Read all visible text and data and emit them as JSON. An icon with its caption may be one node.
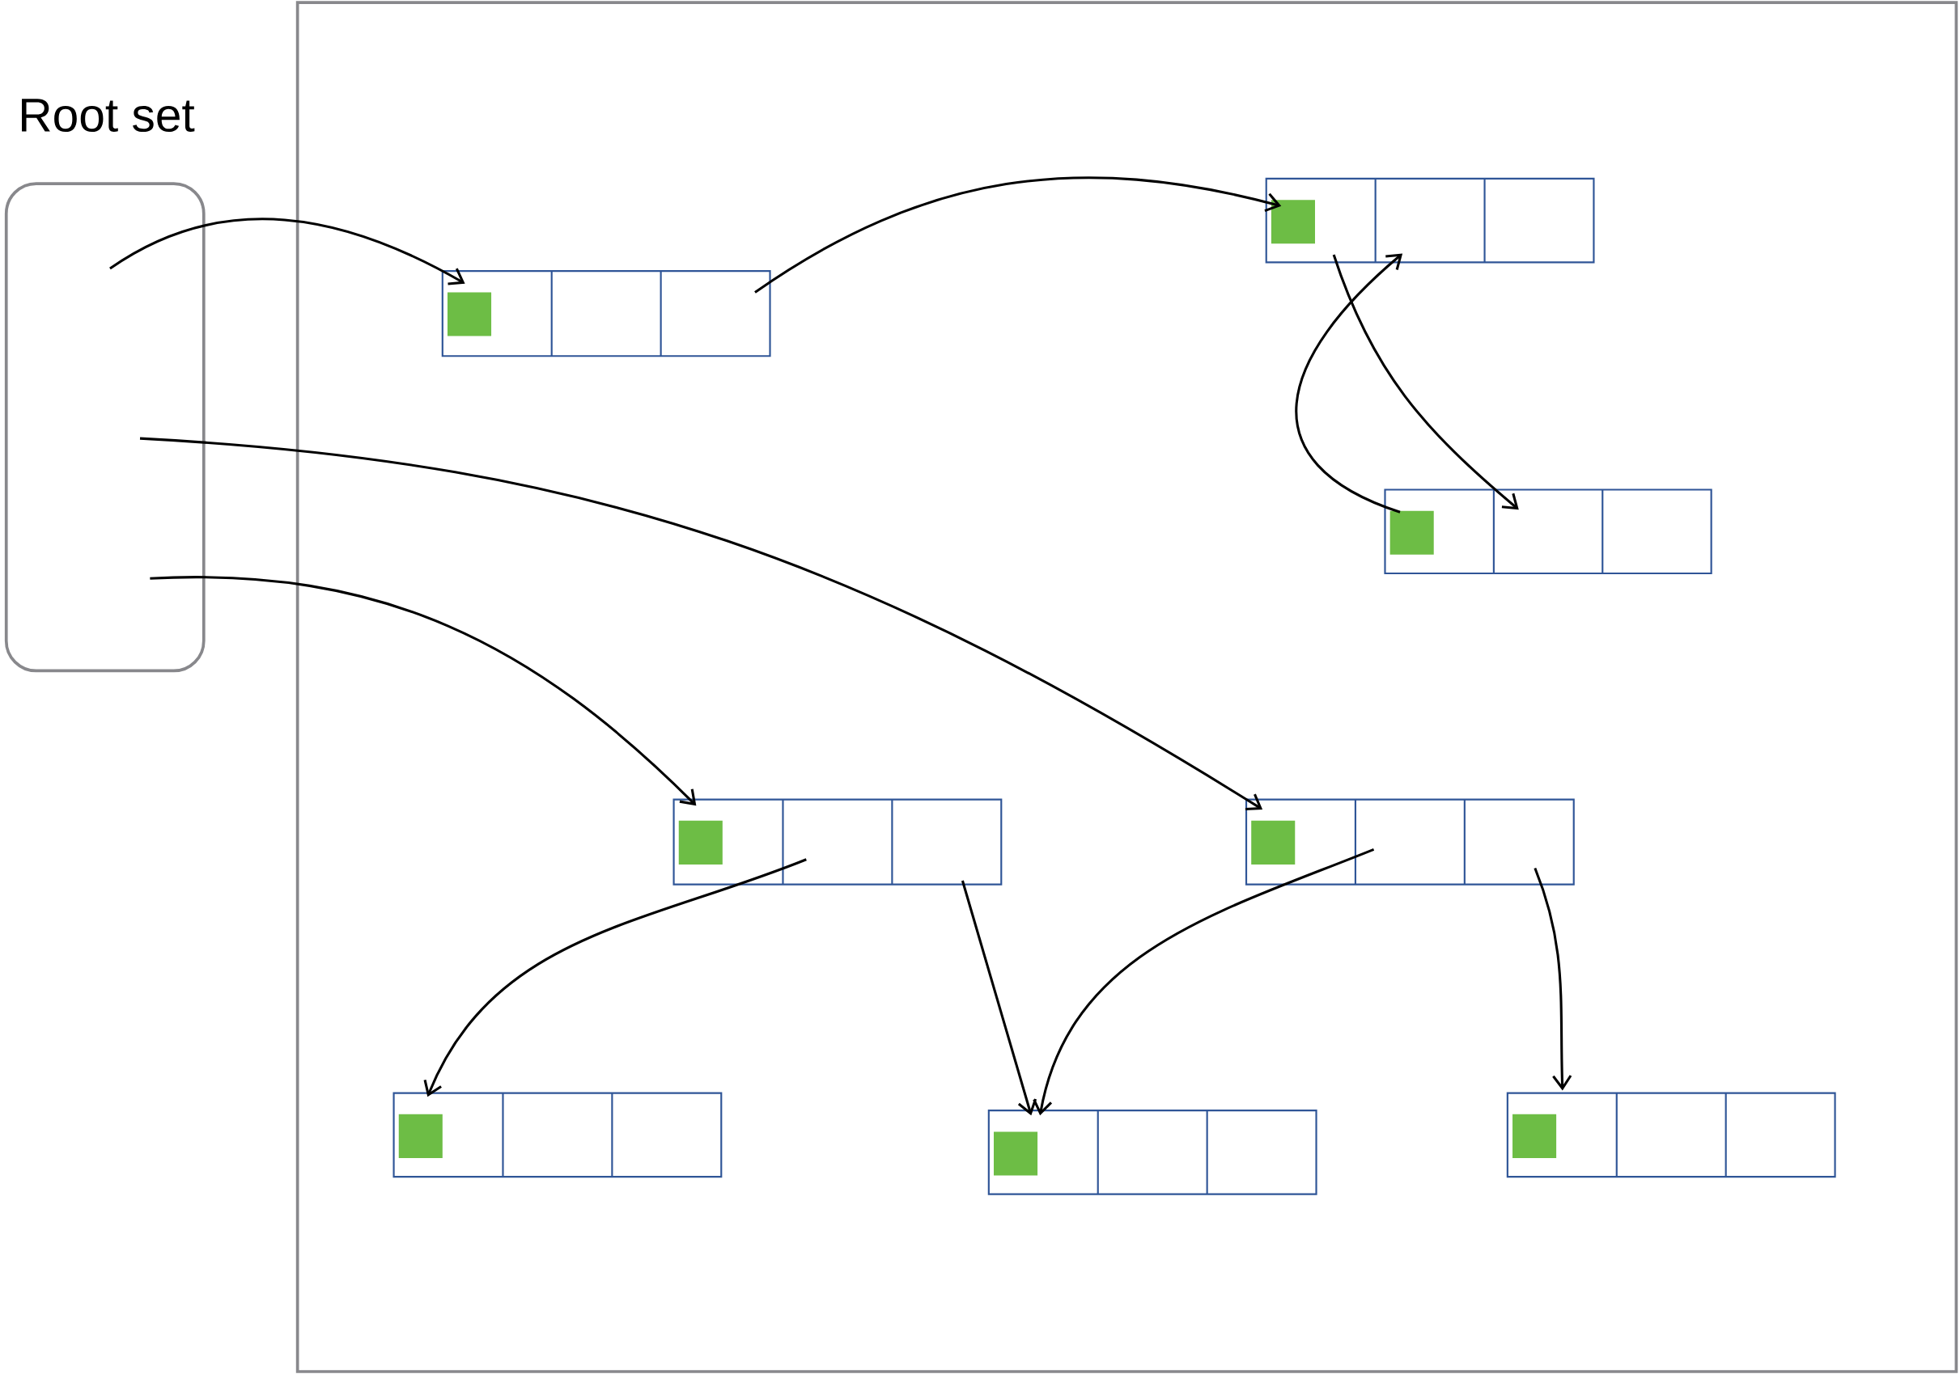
{
  "diagram": {
    "nodes": [
      {
        "text": [
          "Root set"
        ]
      },
      {
        "text": [],
        "shape": "box"
      },
      {
        "text": [],
        "shape": "box",
        "in": 1
      },
      {
        "text": [],
        "shape": "box",
        "in": 1
      },
      {
        "text": [],
        "shape": "box",
        "in": 1
      },
      {
        "text": [],
        "shape": "box",
        "in": 1
      },
      {
        "text": [],
        "shape": "box",
        "in": 1
      },
      {
        "text": [],
        "shape": "box",
        "in": 1
      },
      {
        "text": [],
        "shape": "box",
        "in": 1
      },
      {
        "text": [],
        "shape": "box",
        "in": 1
      }
    ],
    "edges": [
      {
        "from": 0,
        "to": 2,
        "arrow": "to"
      },
      {
        "from": 2,
        "to": 3,
        "arrow": "to"
      },
      {
        "from": 0,
        "to": 6,
        "arrow": "to"
      },
      {
        "from": 0,
        "to": 5,
        "arrow": "to"
      },
      {
        "from": 3,
        "to": 4,
        "arrow": "to"
      },
      {
        "from": 4,
        "to": 3,
        "arrow": "to"
      },
      {
        "from": 5,
        "to": 7,
        "arrow": "to"
      },
      {
        "from": 5,
        "to": 8,
        "arrow": "to"
      },
      {
        "from": 6,
        "to": 8,
        "arrow": "to"
      },
      {
        "from": 6,
        "to": 9,
        "arrow": "to"
      }
    ]
  }
}
